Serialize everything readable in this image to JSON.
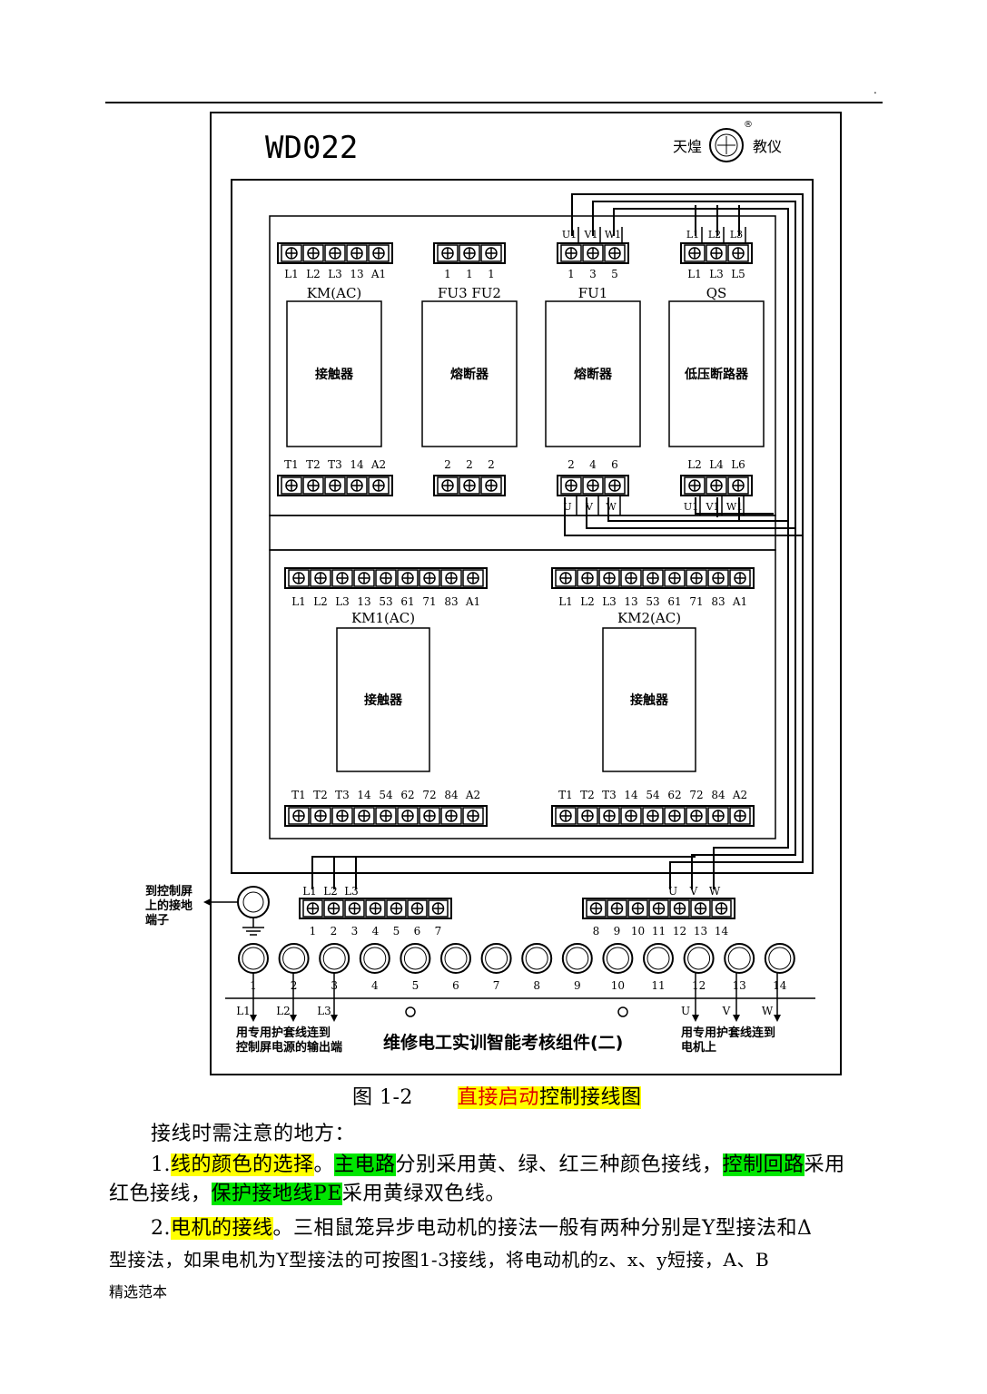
{
  "header": {
    "dot": "."
  },
  "board": {
    "model": "WD022",
    "brand_left": "天煌",
    "brand_right": "教仪",
    "registered": "®",
    "modules": [
      {
        "name": "KM(AC)",
        "body": "接触器",
        "top_labels": [
          "L1",
          "L2",
          "L3",
          "13",
          "A1"
        ],
        "bottom_labels": [
          "T1",
          "T2",
          "T3",
          "14",
          "A2"
        ]
      },
      {
        "name": "FU3 FU2",
        "body": "熔断器",
        "top_labels": [
          "1",
          "1",
          "1"
        ],
        "bottom_labels": [
          "2",
          "2",
          "2"
        ]
      },
      {
        "name": "FU1",
        "body": "熔断器",
        "top_labels": [
          "1",
          "3",
          "5"
        ],
        "bottom_labels": [
          "2",
          "4",
          "6"
        ],
        "wire_top": [
          "U1",
          "V1",
          "W1"
        ],
        "wire_bottom": [
          "U",
          "V",
          "W"
        ]
      },
      {
        "name": "QS",
        "body": "低压断路器",
        "top_labels": [
          "L1",
          "L3",
          "L5"
        ],
        "bottom_labels": [
          "L2",
          "L4",
          "L6"
        ],
        "wire_top": [
          "L1",
          "L2",
          "L3"
        ],
        "wire_bottom": [
          "U1",
          "V1",
          "W1"
        ]
      }
    ],
    "contactors": [
      {
        "name": "KM1(AC)",
        "body": "接触器",
        "top_labels": [
          "L1",
          "L2",
          "L3",
          "13",
          "53",
          "61",
          "71",
          "83",
          "A1"
        ],
        "bottom_labels": [
          "T1",
          "T2",
          "T3",
          "14",
          "54",
          "62",
          "72",
          "84",
          "A2"
        ]
      },
      {
        "name": "KM2(AC)",
        "body": "接触器",
        "top_labels": [
          "L1",
          "L2",
          "L3",
          "13",
          "53",
          "61",
          "71",
          "83",
          "A1"
        ],
        "bottom_labels": [
          "T1",
          "T2",
          "T3",
          "14",
          "54",
          "62",
          "72",
          "84",
          "A2"
        ]
      }
    ],
    "ground_label": [
      "到控制屏",
      "上的接地",
      "端子"
    ],
    "left_strip": {
      "wire": [
        "L1",
        "L2",
        "L3"
      ],
      "numbers": [
        "1",
        "2",
        "3",
        "4",
        "5",
        "6",
        "7"
      ]
    },
    "right_strip": {
      "wire": [
        "U",
        "V",
        "W"
      ],
      "numbers": [
        "8",
        "9",
        "10",
        "11",
        "12",
        "13",
        "14"
      ]
    },
    "sockets": [
      "1",
      "2",
      "3",
      "4",
      "5",
      "6",
      "7",
      "8",
      "9",
      "10",
      "11",
      "12",
      "13",
      "14"
    ],
    "power_labels": [
      "L1",
      "L2",
      "L3"
    ],
    "motor_labels": [
      "U",
      "V",
      "W"
    ],
    "note_left": [
      "用专用护套线连到",
      "控制屏电源的输出端"
    ],
    "title": "维修电工实训智能考核组件(二)",
    "note_right": [
      "用专用护套线连到",
      "电机上"
    ]
  },
  "caption": {
    "prefix": "图 1-2",
    "red": "直接启动",
    "rest": "控制接线图"
  },
  "text": {
    "intro": "接线时需注意的地方：",
    "p1_num": "1.",
    "p1_h1": "线的颜色的选择",
    "p1_t1": "。",
    "p1_h2": "主电路",
    "p1_t2": "分别采用黄、绿、红三种颜色接线，",
    "p1_h3": "控制回路",
    "p1_t3": "采用",
    "p1_l2a": "红色接线，",
    "p1_h4": "保护接地线PE",
    "p1_l2b": "采用黄绿双色线。",
    "p2_num": "2.",
    "p2_h1": "电机的接线",
    "p2_t1": "。三相鼠笼异步电动机的接法一般有两种分别是Y型接法和Δ",
    "p2_l2": "型接法，如果电机为Y型接法的可按图1-3接线，将电动机的z、x、y短接，A、B"
  },
  "footer": "精选范本"
}
